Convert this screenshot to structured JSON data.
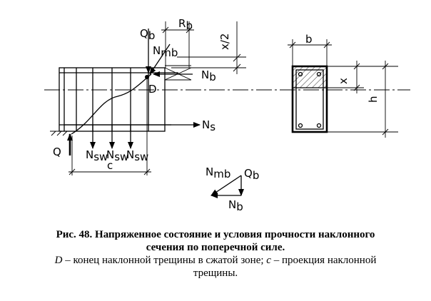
{
  "labels": {
    "qb_top": "Q",
    "qb_top_sub": "b",
    "nmb_top": "N",
    "nmb_top_sub": "mb",
    "rb": "R",
    "rb_sub": "b",
    "x_half": "x/2",
    "nb_right": "N",
    "nb_right_sub": "b",
    "d_point": "D",
    "ns": "N",
    "ns_sub": "s",
    "q_left": "Q",
    "nsw": "N",
    "nsw_sub": "sw",
    "c": "c",
    "b": "b",
    "x": "x",
    "h": "h",
    "tri_nmb": "N",
    "tri_nmb_sub": "mb",
    "tri_qb": "Q",
    "tri_qb_sub": "b",
    "tri_nb": "N",
    "tri_nb_sub": "b"
  },
  "caption": {
    "line1": "Рис. 48. Напряженное состояние и условия прочности наклонного",
    "line2": "сечения по поперечной силе.",
    "line3_d": "D",
    "line3_mid": " – конец наклонной трещины в сжатой зоне; ",
    "line3_c": "c",
    "line3_end": " – проекция наклонной",
    "line4": "трещины."
  }
}
